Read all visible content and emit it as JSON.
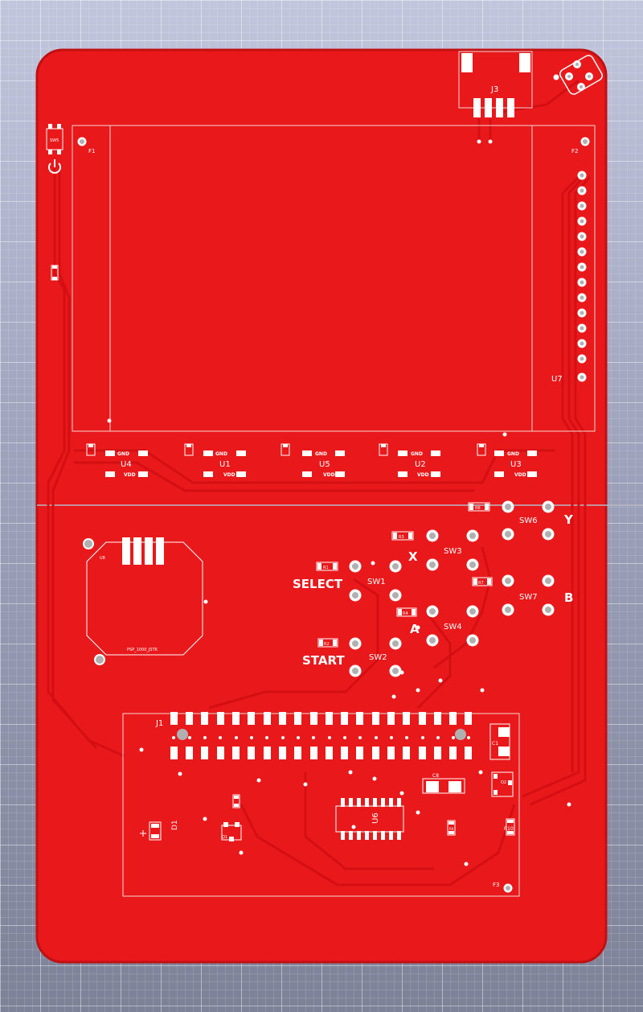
{
  "board": {
    "colors": {
      "substrate": "#e9181b",
      "edge": "#c01012",
      "trace": "#d40f13",
      "pad": "#ffffff",
      "silk": "#ffffff",
      "hole": "#b0b0b0"
    },
    "refs": {
      "j3": "J3",
      "u7": "U7",
      "f1": "F1",
      "f2": "F2",
      "f3": "F3",
      "u4": "U4",
      "u1": "U1",
      "u5": "U5",
      "u2": "U2",
      "u3": "U3",
      "gnd": "GND",
      "vdd": "VDD",
      "u8": "U8",
      "u8_part": "PSP_1000_JSTK",
      "sw1": "SW1",
      "sw2": "SW2",
      "sw3": "SW3",
      "sw4": "SW4",
      "sw6": "SW6",
      "sw7": "SW7",
      "r1": "R1",
      "r2": "R2",
      "r3": "R3",
      "r4": "R4",
      "r6": "R6",
      "r7": "R7",
      "r9": "R9",
      "r10": "R10",
      "j1": "J1",
      "u6": "U6",
      "d1": "D1",
      "q1": "Q1",
      "q2": "Q2",
      "c1": "C1",
      "c8": "C8",
      "sw5": "SW5"
    },
    "buttons": {
      "select": "SELECT",
      "start": "START",
      "x": "X",
      "y": "Y",
      "a": "A",
      "b": "B"
    },
    "icons": {
      "power": "power-icon"
    }
  }
}
